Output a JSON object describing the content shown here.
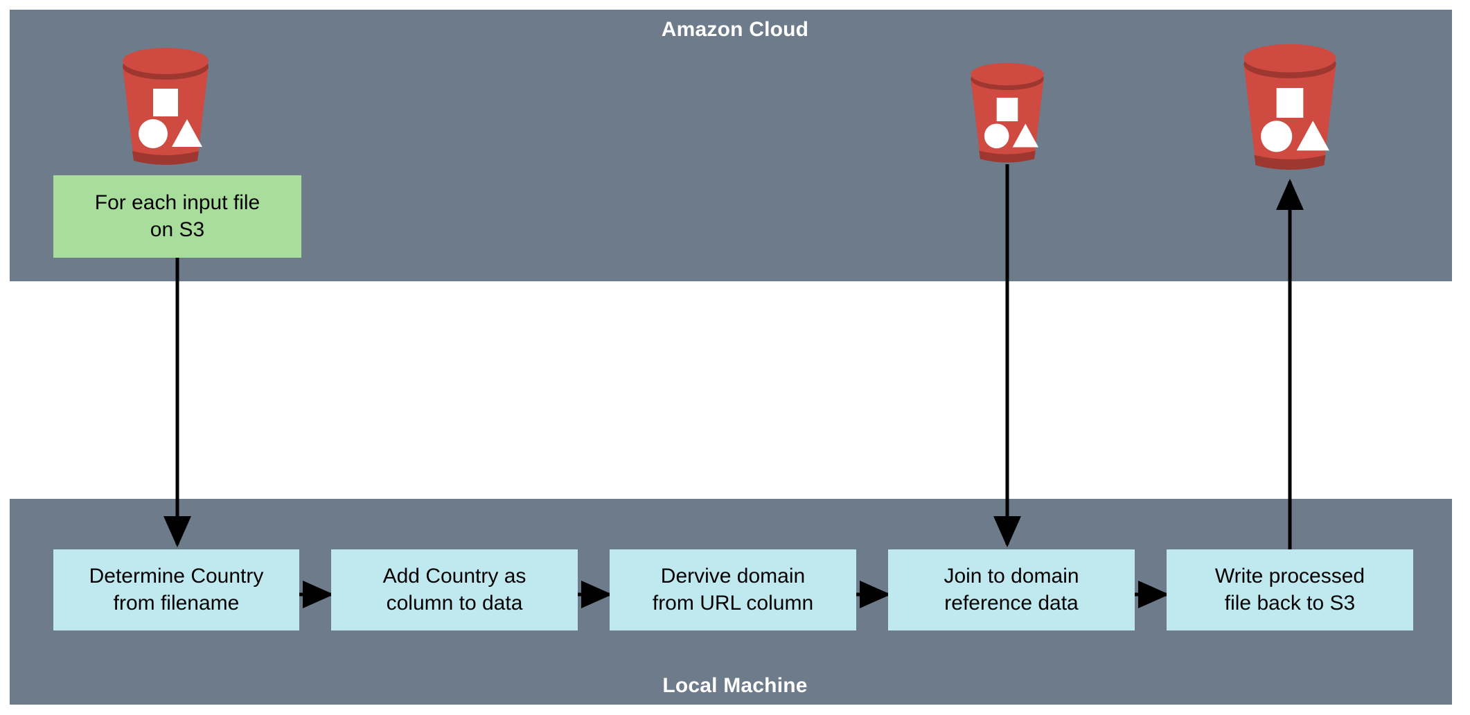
{
  "diagram": {
    "title": "Amazon Cloud / Local Machine S3 processing pipeline",
    "colors": {
      "band": "#6d7b8a",
      "green_box": "#a9dd9c",
      "blue_box": "#bfe9ee",
      "bucket_red": "#cf4a40",
      "bucket_dark_red": "#9e3730",
      "bucket_glyph": "#ffffff",
      "connector": "#000000",
      "band_label": "#ffffff",
      "page_background": "#ffffff"
    }
  },
  "lanes": [
    {
      "id": "cloud",
      "label": "Amazon Cloud"
    },
    {
      "id": "local",
      "label": "Local Machine"
    }
  ],
  "buckets": [
    {
      "id": "bucket-input",
      "icon": "s3-bucket-icon",
      "label": ""
    },
    {
      "id": "bucket-reference",
      "icon": "s3-bucket-icon",
      "label": ""
    },
    {
      "id": "bucket-output",
      "icon": "s3-bucket-icon",
      "label": ""
    }
  ],
  "cloud_nodes": [
    {
      "id": "for-each-input-file",
      "label": "For each input file on S3",
      "line1": "For each input file",
      "line2": "on S3",
      "style": "green"
    }
  ],
  "local_nodes": [
    {
      "id": "determine-country",
      "label": "Determine Country from filename",
      "line1": "Determine Country",
      "line2": "from filename",
      "style": "blue"
    },
    {
      "id": "add-country-column",
      "label": "Add Country as column to data",
      "line1": "Add Country as",
      "line2": "column to data",
      "style": "blue"
    },
    {
      "id": "derive-domain",
      "label": "Dervive domain from URL column",
      "line1": "Dervive domain",
      "line2": "from URL column",
      "style": "blue"
    },
    {
      "id": "join-domain-ref",
      "label": "Join to domain reference data",
      "line1": "Join to domain",
      "line2": "reference data",
      "style": "blue"
    },
    {
      "id": "write-back-s3",
      "label": "Write processed file back to S3",
      "line1": "Write processed",
      "line2": "file back to S3",
      "style": "blue"
    }
  ],
  "connectors": [
    {
      "id": "input-loop-to-determine",
      "from": "for-each-input-file",
      "to": "determine-country",
      "direction": "down"
    },
    {
      "id": "determine-to-add",
      "from": "determine-country",
      "to": "add-country-column",
      "direction": "right"
    },
    {
      "id": "add-to-derive",
      "from": "add-country-column",
      "to": "derive-domain",
      "direction": "right"
    },
    {
      "id": "derive-to-join",
      "from": "derive-domain",
      "to": "join-domain-ref",
      "direction": "right"
    },
    {
      "id": "join-to-write",
      "from": "join-domain-ref",
      "to": "write-back-s3",
      "direction": "right"
    },
    {
      "id": "reference-bucket-to-join",
      "from": "bucket-reference",
      "to": "join-domain-ref",
      "direction": "down"
    },
    {
      "id": "write-to-output-bucket",
      "from": "write-back-s3",
      "to": "bucket-output",
      "direction": "up"
    }
  ]
}
